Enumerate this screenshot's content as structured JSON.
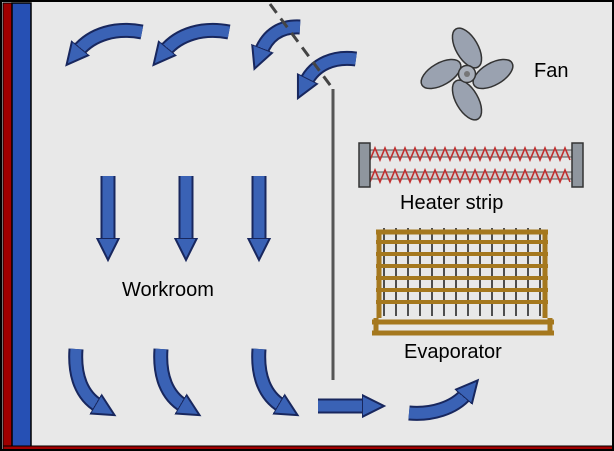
{
  "diagram": {
    "labels": {
      "workroom": "Workroom",
      "fan": "Fan",
      "heater": "Heater strip",
      "evaporator": "Evaporator"
    },
    "colors": {
      "bg": "#e8e8e8",
      "arrow": "#3a62b5",
      "arrow-outline": "#18275e",
      "fan-gray": "#9aa2b0",
      "heater-red": "#c03030",
      "evaporator-brown": "#a5781e",
      "wall-blue": "#2650b4",
      "wall-red": "#a00000",
      "partition-gray": "#555555"
    }
  }
}
